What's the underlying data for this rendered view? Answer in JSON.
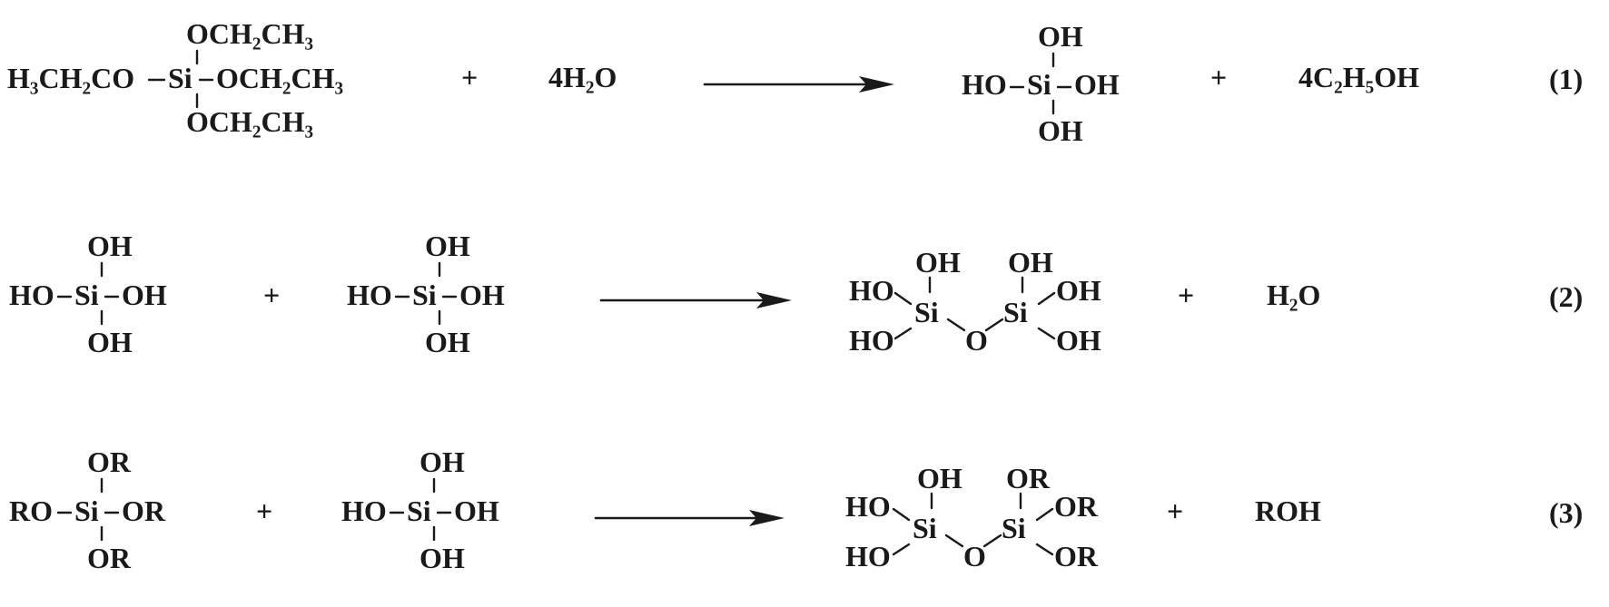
{
  "reactions": [
    {
      "number": "(1)",
      "plus1": "+",
      "plus2": "+",
      "reactant": {
        "top": "OCH₂CH₃",
        "left": "H₃CH₂CO",
        "center": "Si",
        "right": "OCH₂CH₃",
        "bottom": "OCH₂CH₃"
      },
      "reagent": "4H₂O",
      "product": {
        "top": "OH",
        "left": "HO",
        "center": "Si",
        "right": "OH",
        "bottom": "OH"
      },
      "byproduct": "4C₂H₅OH"
    },
    {
      "number": "(2)",
      "plus1": "+",
      "plus2": "+",
      "reactant_a": {
        "top": "OH",
        "left": "HO",
        "center": "Si",
        "right": "OH",
        "bottom": "OH"
      },
      "reactant_b": {
        "top": "OH",
        "left": "HO",
        "center": "Si",
        "right": "OH",
        "bottom": "OH"
      },
      "product": {
        "si_left": "Si",
        "si_right": "Si",
        "bridge": "O",
        "left_top": "OH",
        "left_upper": "HO",
        "left_lower": "HO",
        "right_top": "OH",
        "right_upper": "OH",
        "right_lower": "OH"
      },
      "byproduct": "H₂O"
    },
    {
      "number": "(3)",
      "plus1": "+",
      "plus2": "+",
      "reactant_a": {
        "top": "OR",
        "left": "RO",
        "center": "Si",
        "right": "OR",
        "bottom": "OR"
      },
      "reactant_b": {
        "top": "OH",
        "left": "HO",
        "center": "Si",
        "right": "OH",
        "bottom": "OH"
      },
      "product": {
        "si_left": "Si",
        "si_right": "Si",
        "bridge": "O",
        "left_top": "OH",
        "left_upper": "HO",
        "left_lower": "HO",
        "right_top": "OR",
        "right_upper": "OR",
        "right_lower": "OR"
      },
      "byproduct": "ROH"
    }
  ]
}
